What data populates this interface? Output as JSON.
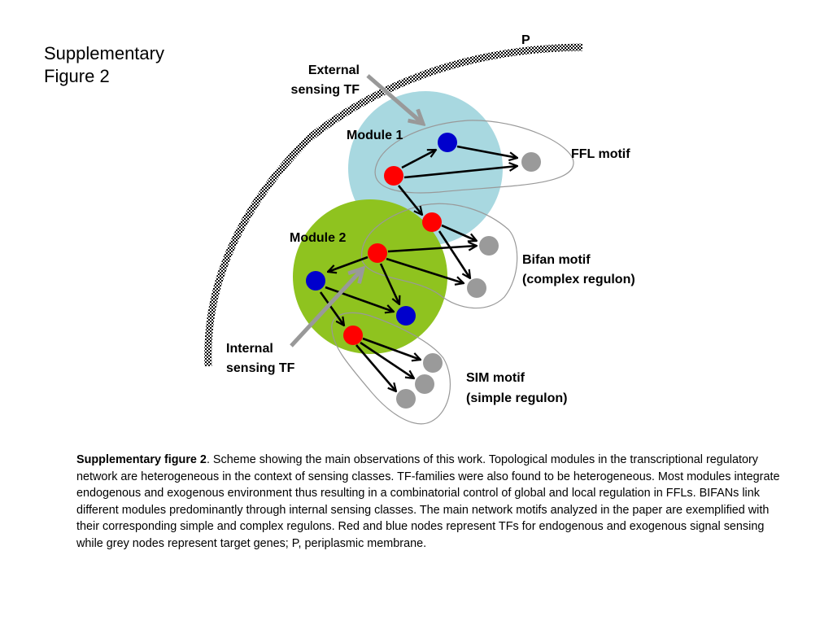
{
  "title": {
    "line1": "Supplementary",
    "line2": "Figure 2"
  },
  "labels": {
    "membrane": "P",
    "external_tf_line1": "External",
    "external_tf_line2": "sensing TF",
    "internal_tf_line1": "Internal",
    "internal_tf_line2": "sensing TF",
    "module1": "Module 1",
    "module2": "Module 2",
    "ffl": "FFL motif",
    "bifan_line1": "Bifan motif",
    "bifan_line2": "(complex regulon)",
    "sim_line1": "SIM motif",
    "sim_line2": "(simple regulon)"
  },
  "colors": {
    "module1_fill": "#a8d8e0",
    "module2_fill": "#8fc31f",
    "endogenous_tf": "#ff0000",
    "exogenous_tf": "#0000cc",
    "target_gene": "#9a9a9a",
    "pointer_arrow": "#999999",
    "motif_outline": "#999999"
  },
  "caption": {
    "bold": "Supplementary figure 2",
    "text": ". Scheme showing the main observations of this work. Topological modules in the transcriptional regulatory network are heterogeneous in the context of sensing classes. TF-families were also found to be heterogeneous. Most modules integrate endogenous and exogenous environment thus resulting in a combinatorial control of global and local regulation in FFLs. BIFANs link different modules predominantly through internal sensing classes. The main network motifs analyzed in the paper are exemplified with their corresponding simple and complex regulons. Red and blue nodes represent TFs for endogenous and exogenous signal sensing while grey nodes represent target genes; P, periplasmic membrane."
  }
}
